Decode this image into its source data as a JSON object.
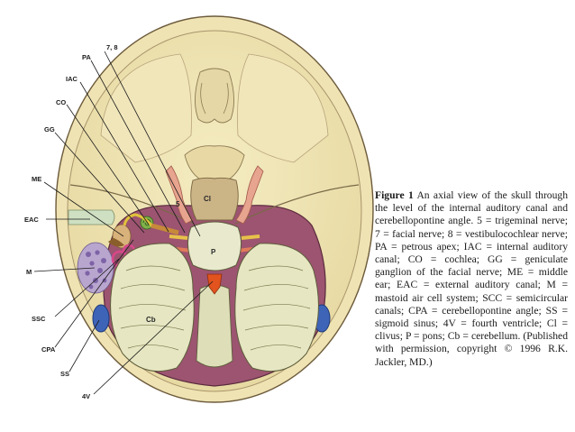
{
  "labels": {
    "l78": "7, 8",
    "pa": "PA",
    "iac": "IAC",
    "co": "CO",
    "gg": "GG",
    "me": "ME",
    "eac": "EAC",
    "m": "M",
    "ssc": "SSC",
    "cpa": "CPA",
    "ss": "SS",
    "v4": "4V",
    "n5": "5",
    "cl": "Cl",
    "p": "P",
    "cb": "Cb"
  },
  "caption": {
    "figure_label": "Figure 1",
    "text": "An axial view of the skull through the level of the internal auditory canal and cerebellopontine angle. 5 = trigeminal nerve; 7 = facial nerve; 8 = vestibulocochlear nerve; PA = petrous apex; IAC = internal auditory canal; CO = cochlea; GG = geniculate ganglion of the facial nerve; ME = middle ear; EAC = external auditory canal; M = mastoid air cell system; SCC = semicircular canals; CPA = cerebellopontine angle; SS = sigmoid sinus; 4V = fourth ventricle; Cl = clivus; P = pons; Cb = cerebellum. (Published with permission, copyright © 1996 R.K. Jackler, MD.)"
  }
}
